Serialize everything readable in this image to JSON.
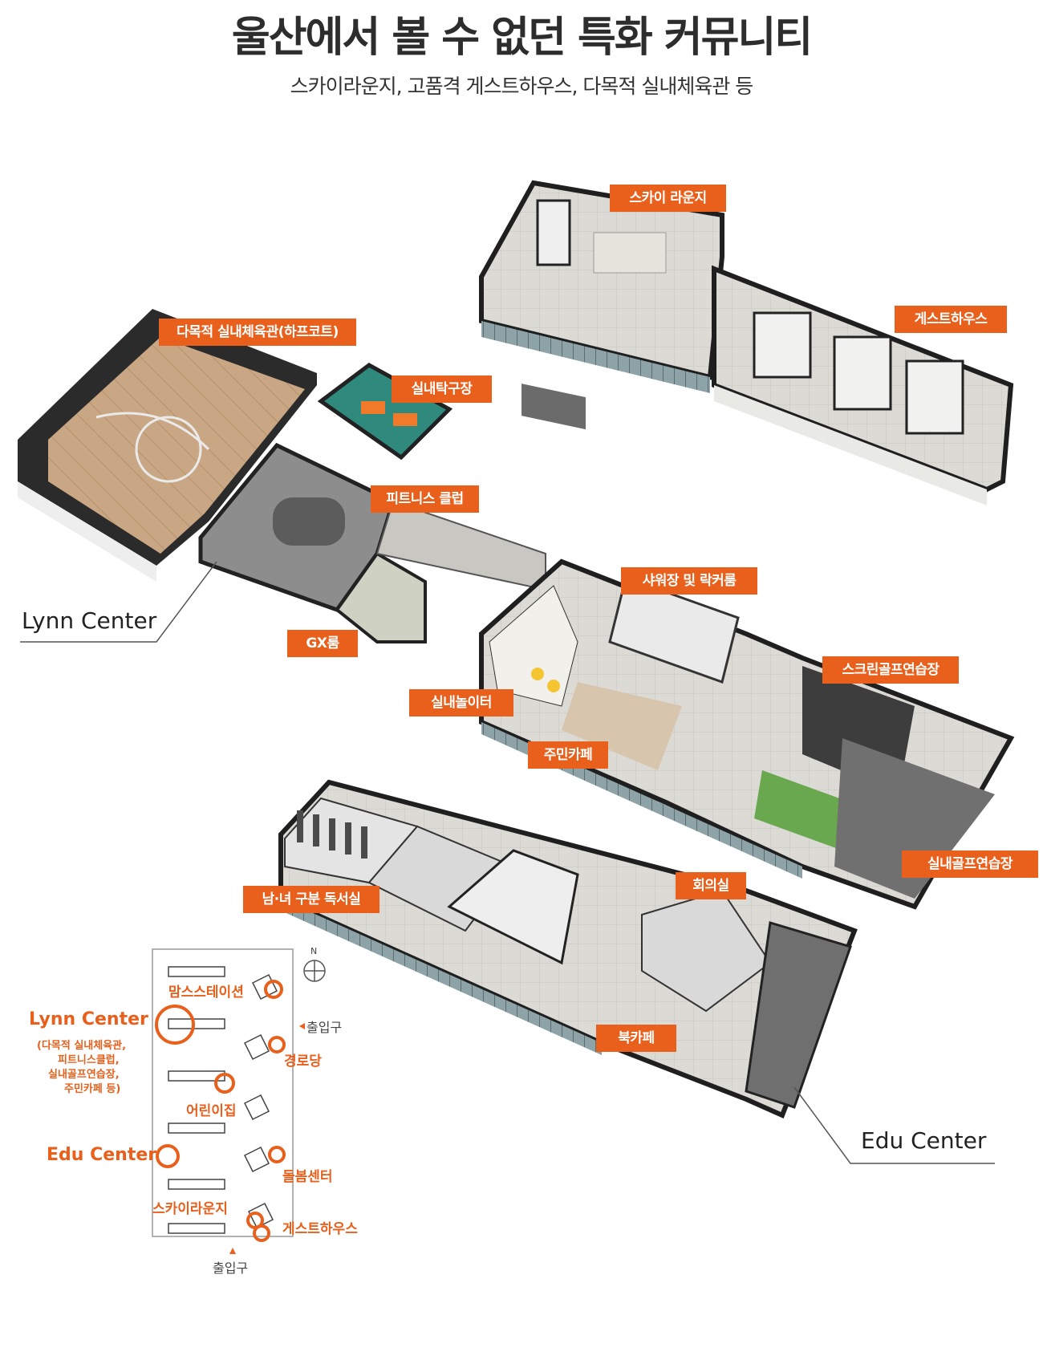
{
  "header": {
    "title": "울산에서 볼 수 없던 특화 커뮤니티",
    "subtitle": "스카이라운지, 고품격 게스트하우스, 다목적 실내체육관 등"
  },
  "tags": {
    "sky_lounge": "스카이 라운지",
    "guest_house": "게스트하우스",
    "gym": "다목적 실내체육관(하프코트)",
    "table_tennis": "실내탁구장",
    "fitness": "피트니스 클럽",
    "gx": "GX룸",
    "shower": "샤워장 및 락커룸",
    "screen_golf": "스크린골프연습장",
    "playroom": "실내놀이터",
    "cafe": "주민카페",
    "reading": "남·녀 구분 독서실",
    "meeting": "회의실",
    "book_cafe": "북카페",
    "indoor_golf": "실내골프연습장"
  },
  "centers": {
    "lynn": "Lynn Center",
    "edu": "Edu Center"
  },
  "site_map": {
    "north": "N",
    "entrance_top": "출입구",
    "entrance_bottom": "출입구",
    "moms_station": "맘스스테이션",
    "lynn_title": "Lynn Center",
    "lynn_desc_1": "(다목적 실내체육관,",
    "lynn_desc_2": "피트니스클럽,",
    "lynn_desc_3": "실내골프연습장,",
    "lynn_desc_4": "주민카페 등)",
    "senior": "경로당",
    "daycare": "어린이집",
    "edu_title": "Edu Center",
    "care_center": "돌봄센터",
    "sky_lounge": "스카이라운지",
    "guest_house": "게스트하우스"
  },
  "colors": {
    "accent": "#e8601c",
    "floor": "#cfcdc8",
    "wall": "#2a2a2a"
  }
}
